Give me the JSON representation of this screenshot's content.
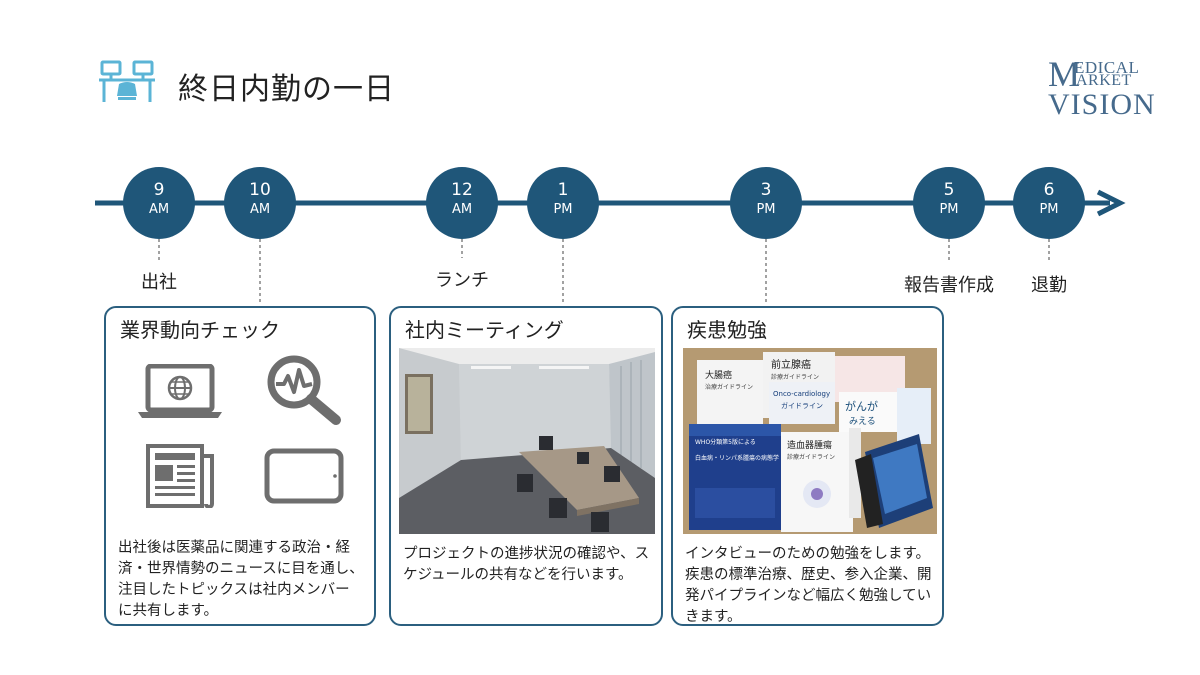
{
  "page": {
    "title": "終日内勤の一日",
    "icon": "office-desk-icon"
  },
  "logo": {
    "line1": "EDICAL",
    "line2": "ARKET",
    "line3": "VISION",
    "initial": "M"
  },
  "timeline": [
    {
      "hour": "9",
      "ampm": "AM"
    },
    {
      "hour": "10",
      "ampm": "AM"
    },
    {
      "hour": "12",
      "ampm": "AM"
    },
    {
      "hour": "1",
      "ampm": "PM"
    },
    {
      "hour": "3",
      "ampm": "PM"
    },
    {
      "hour": "5",
      "ampm": "PM"
    },
    {
      "hour": "6",
      "ampm": "PM"
    }
  ],
  "events": {
    "e0": "出社",
    "e2": "ランチ",
    "e5": "報告書作成",
    "e6": "退勤"
  },
  "cards": [
    {
      "title": "業界動向チェック",
      "text": "出社後は医薬品に関連する政治・経済・世界情勢のニュースに目を通し、注目したトピックスは社内メンバーに共有します。",
      "icons": [
        "laptop-globe-icon",
        "search-analytics-icon",
        "newspaper-icon",
        "tablet-icon"
      ]
    },
    {
      "title": "社内ミーティング",
      "text": "プロジェクトの進捗状況の確認や、スケジュールの共有などを行います。",
      "image": "meeting-room-photo"
    },
    {
      "title": "疾患勉強",
      "text": "インタビューのための勉強をします。疾患の標準治療、歴史、参入企業、開発パイプラインなど幅広く勉強していきます。",
      "image": "medical-books-photo",
      "books": {
        "b1a": "大腸癌",
        "b1b": "治療ガイドライン",
        "b2a": "前立腺癌",
        "b2b": "診療ガイドライン",
        "b3": "Onco-cardiology",
        "b3b": "ガイドライン",
        "b4": "がんが",
        "b4b": "みえる",
        "b5a": "WHO分類第5版による",
        "b5b": "白血病・リンパ系腫瘍の病態学",
        "b6a": "造血器腫瘍",
        "b6b": "診療ガイドライン"
      }
    }
  ],
  "colors": {
    "accent": "#1f5679",
    "icon_blue": "#5bb4d6",
    "icon_gray": "#6e6e6e"
  }
}
